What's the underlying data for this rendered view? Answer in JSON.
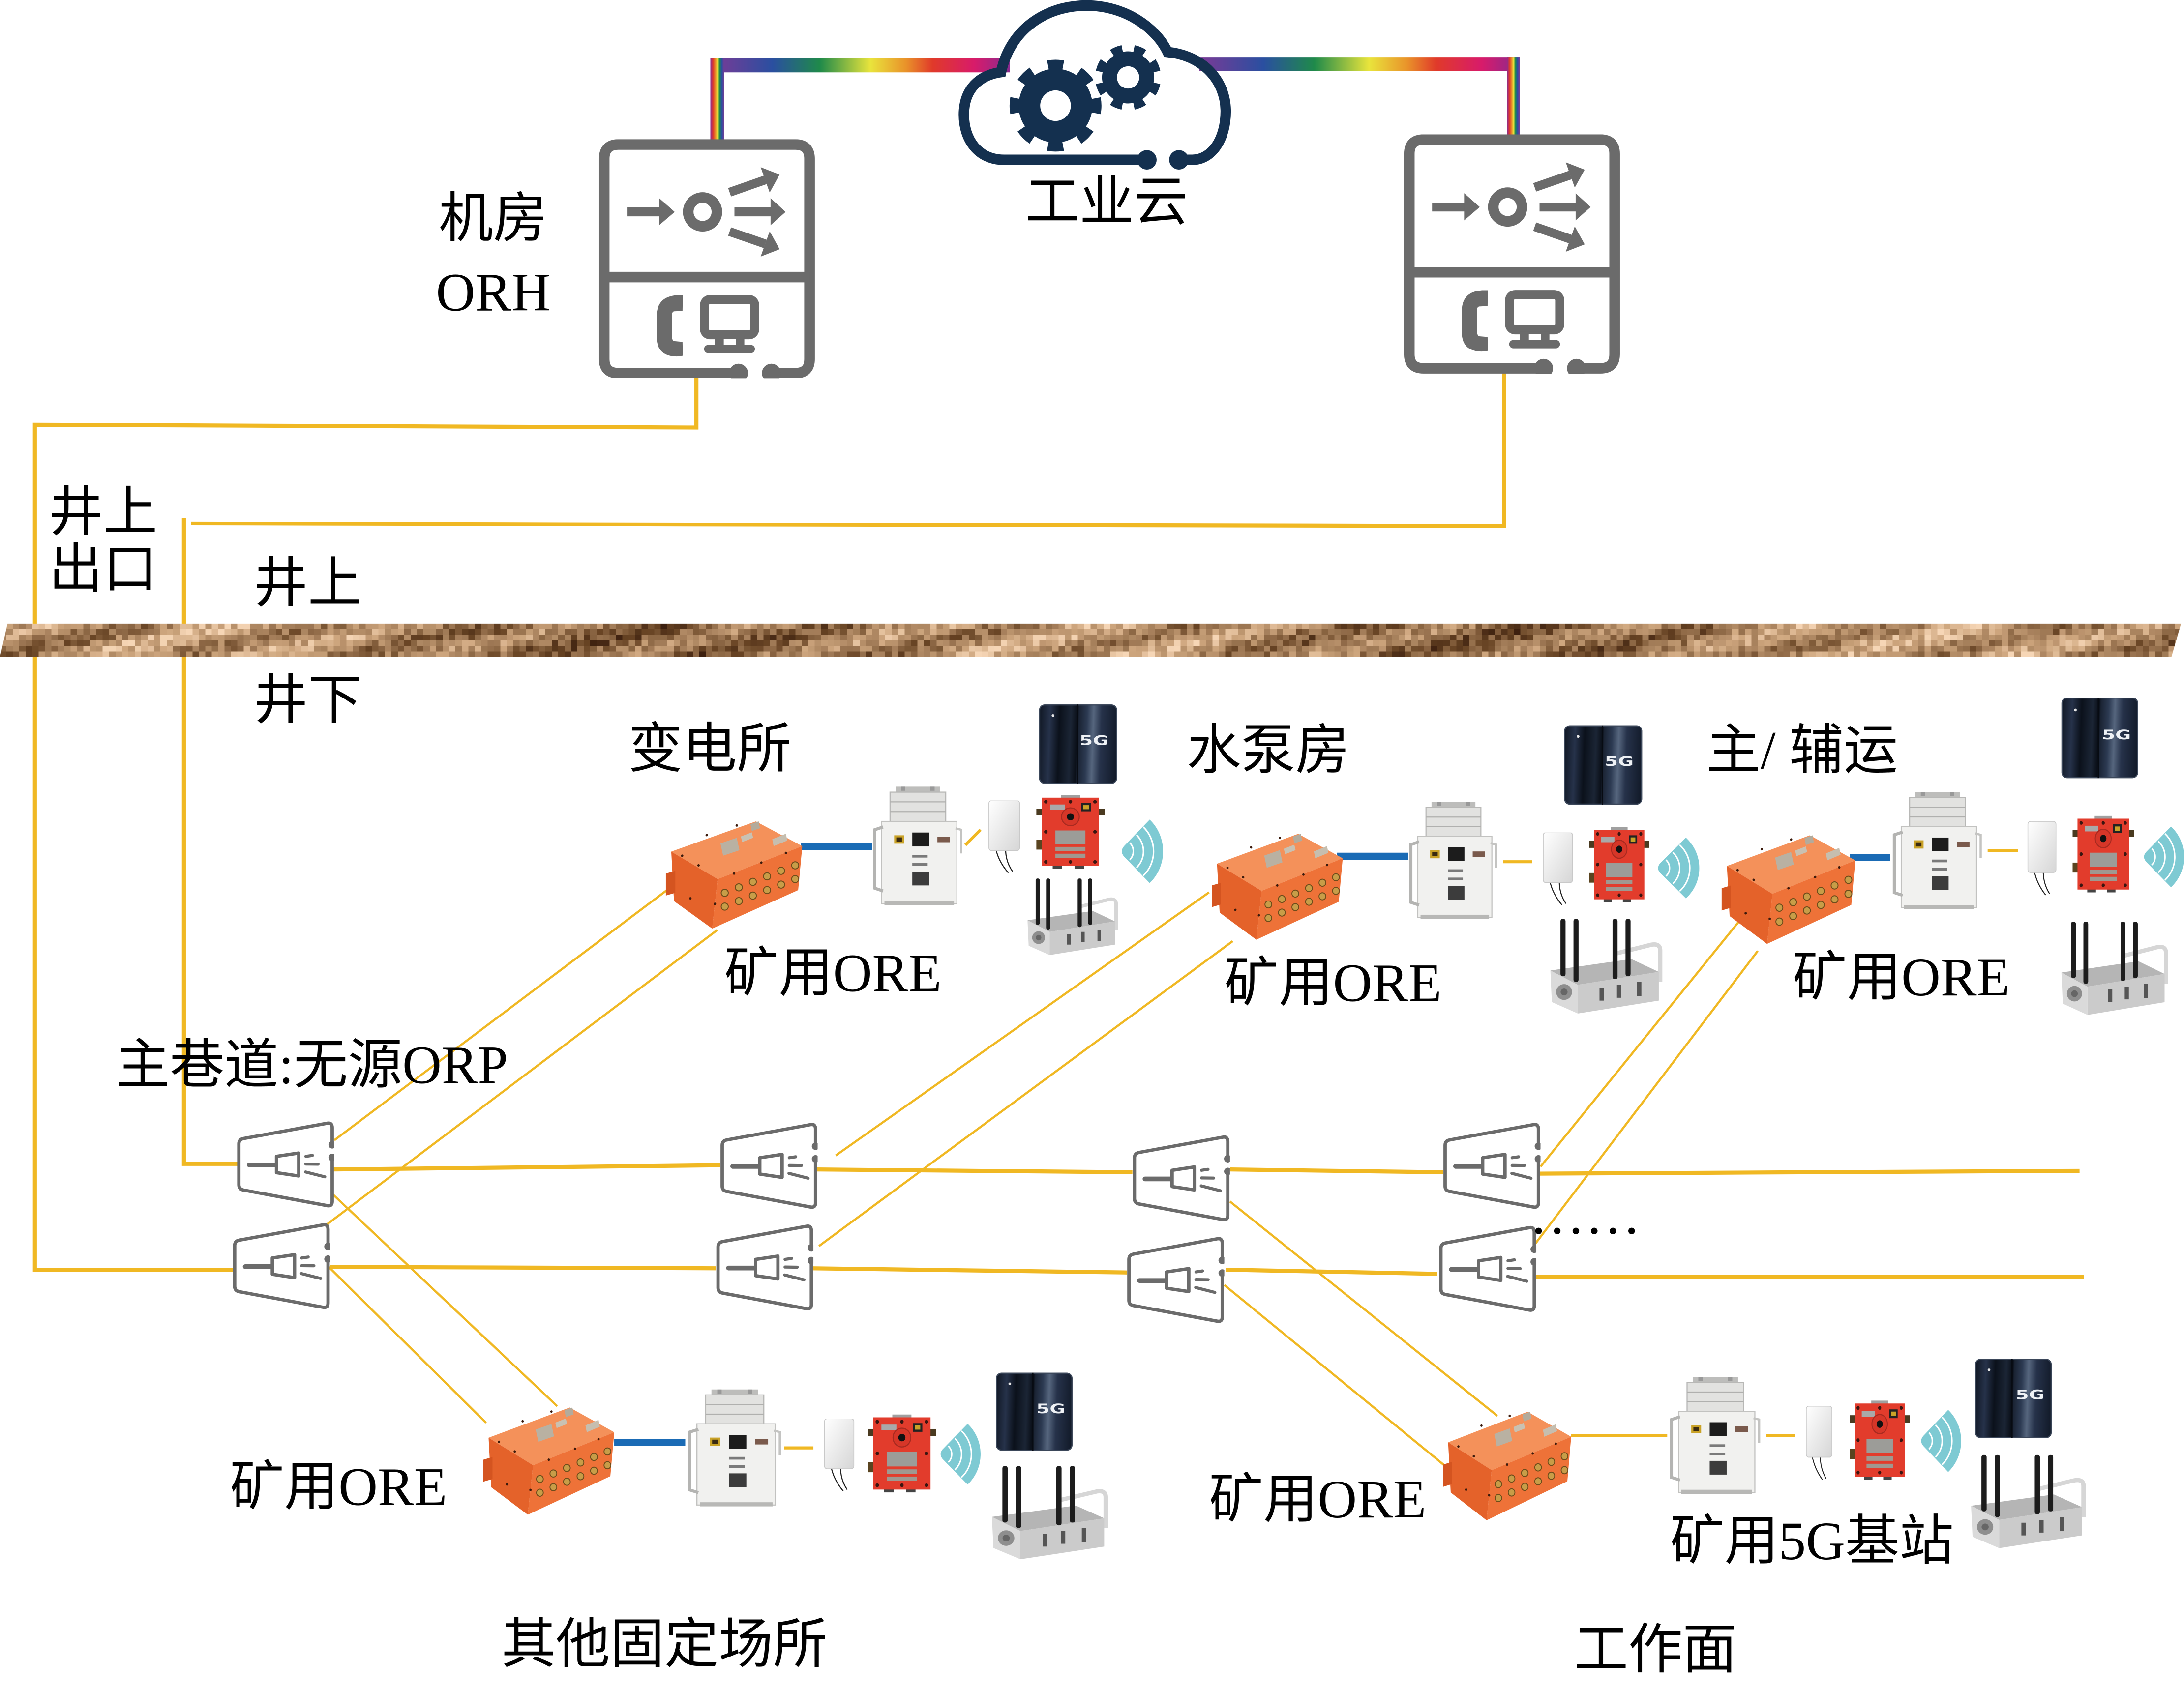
{
  "surface": {
    "machine_room_label": [
      "机房",
      "ORH"
    ],
    "cloud_label": "工业云",
    "shaft_exit_label": [
      "井上",
      "出口"
    ],
    "above_ground_label": "井上",
    "underground_label": "井下"
  },
  "roadway": {
    "label": "主巷道:无源ORP",
    "continuation_mark": "……"
  },
  "sites": {
    "substation": {
      "name": "变电所",
      "ore_label": "矿用ORE"
    },
    "pump_room": {
      "name": "水泵房",
      "ore_label": "矿用ORE"
    },
    "haulage": {
      "name": "主/ 辅运",
      "ore_label": "矿用ORE"
    },
    "other_fixed_sites": {
      "name": "其他固定场所",
      "ore_label": "矿用ORE"
    },
    "working_face": {
      "name": "工作面",
      "ore_label": "矿用ORE",
      "base_station_label": "矿用5G基站"
    }
  },
  "device_text": {
    "phone_badge": "5G"
  },
  "colors": {
    "fiber_cable": "#f0b823",
    "ore_switch_link": "#1a6bb5",
    "icon_gray": "#6b6b6b",
    "cloud_navy": "#14304f",
    "wifi_teal": "#7ecad3",
    "explosion_proof_red": "#e23c2c",
    "ore_orange": "#ee7238",
    "cloud_link_rainbow": [
      "#7b3a96",
      "#2a4fa0",
      "#1f8a4a",
      "#e9e43c",
      "#e9922a",
      "#e03a2a",
      "#d81b6a",
      "#8a2a90"
    ]
  },
  "icons": {
    "machine_room_hub": "optical-hub-router-icon",
    "cloud": "industrial-cloud-gears-icon",
    "roadway_node": "passive-optical-splitter-icon",
    "wireless": "wifi-signal-icon",
    "terminal": "5g-smartphone",
    "base_station": "5g-base-station"
  }
}
